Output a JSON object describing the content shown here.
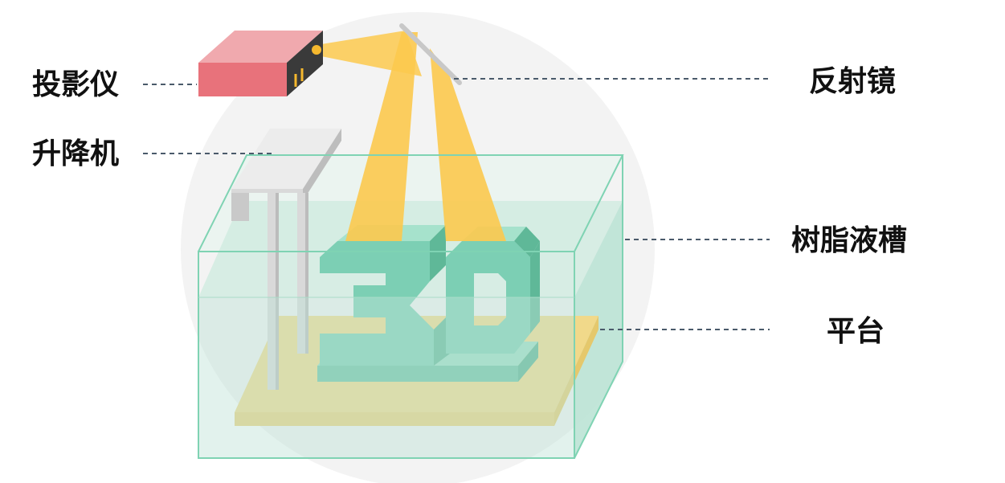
{
  "labels": {
    "projector": "投影仪",
    "elevator": "升降机",
    "mirror": "反射镜",
    "resin_tank": "树脂液槽",
    "platform": "平台"
  },
  "model_text": "3D",
  "colors": {
    "background_circle": "#f3f3f3",
    "projector_top": "#f0a9ae",
    "projector_front": "#e8727b",
    "projector_side": "#3a3a3a",
    "beam": "#fcc94e",
    "mirror": "#c8c8c8",
    "elevator": "#d9d9d9",
    "resin": "#bfe3d6",
    "tank_edge": "#7fd3b3",
    "platform": "#f1d98a",
    "model": "#7ccfb4",
    "leader_line": "#4a5a6a",
    "label_text": "#111111"
  }
}
